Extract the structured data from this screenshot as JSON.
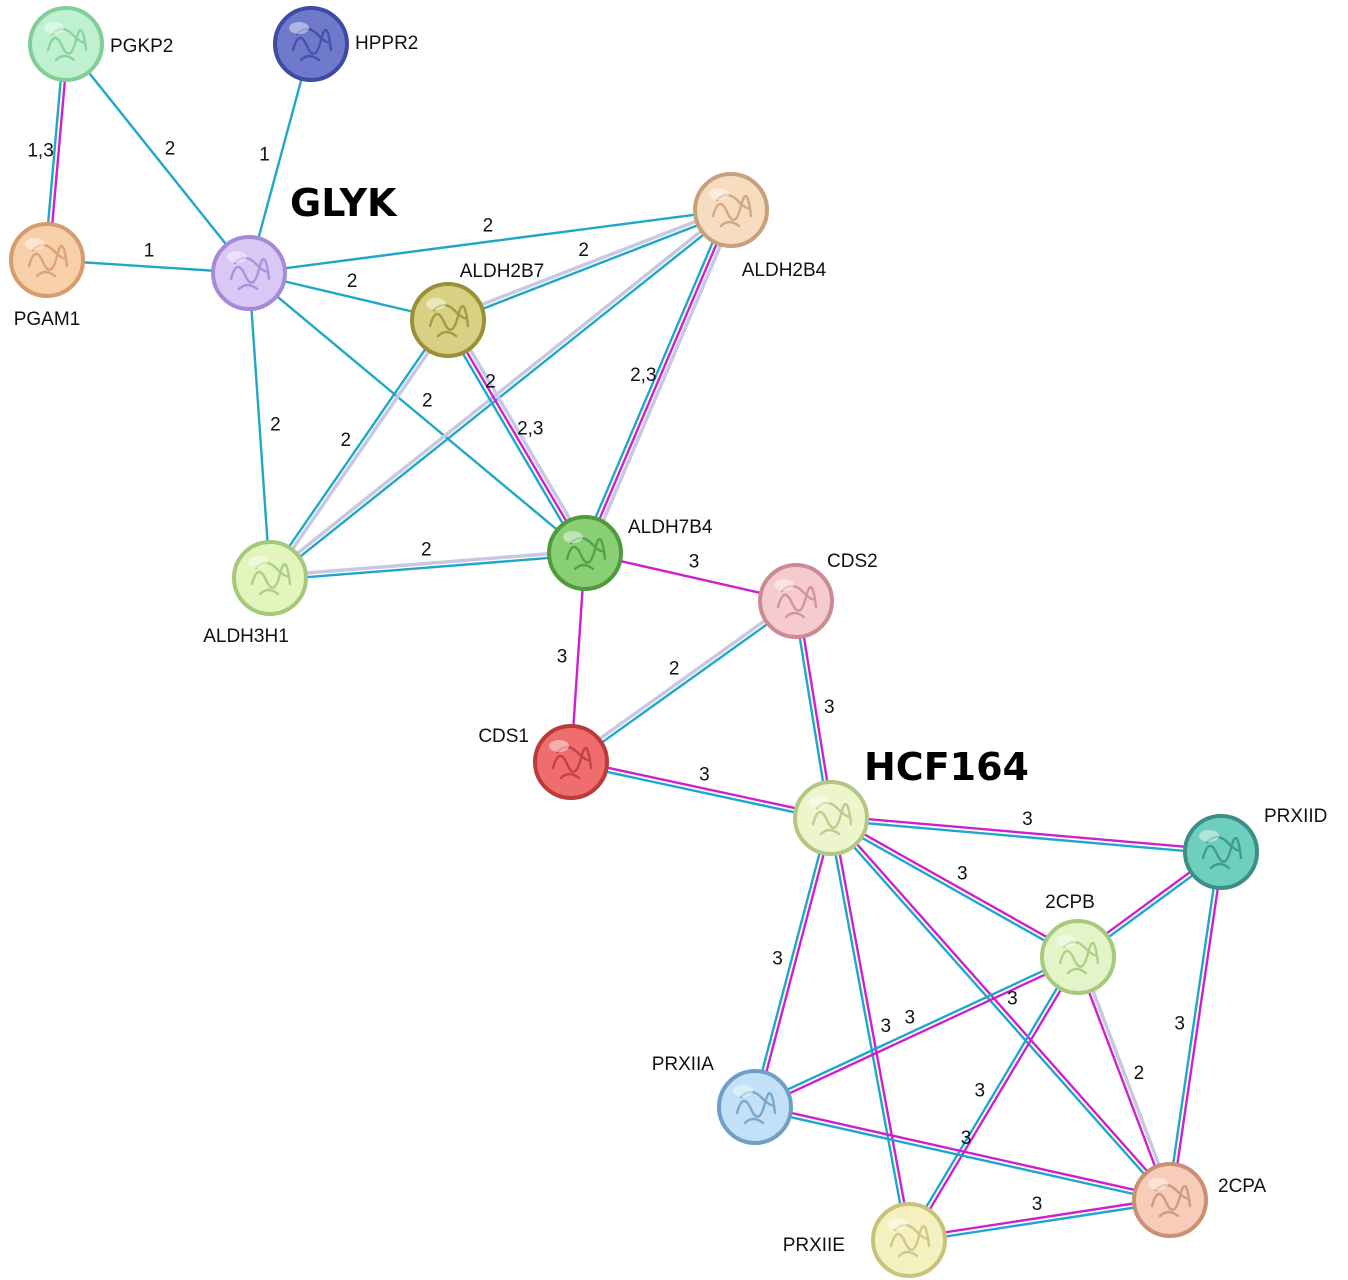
{
  "colors": {
    "blue": "#1fa7c9",
    "magenta": "#cf1fcf",
    "grey": "#c8c8e0"
  },
  "hubs": [
    {
      "id": "glyk",
      "text": "GLYK"
    },
    {
      "id": "hcf",
      "text": "HCF164"
    }
  ],
  "nodes": [
    {
      "id": "PGKP2",
      "label": "PGKP2",
      "fill": "#bff0cf",
      "stroke": "#7fcf97"
    },
    {
      "id": "HPPR2",
      "label": "HPPR2",
      "fill": "#6f79cc",
      "stroke": "#3f4aa3"
    },
    {
      "id": "PGAM1",
      "label": "PGAM1",
      "fill": "#f7cfa8",
      "stroke": "#d79c6d"
    },
    {
      "id": "GLYK",
      "label": "",
      "fill": "#d9c7f5",
      "stroke": "#a58ad9"
    },
    {
      "id": "ALDH2B7",
      "label": "ALDH2B7",
      "fill": "#d8d183",
      "stroke": "#9a9035"
    },
    {
      "id": "ALDH2B4",
      "label": "ALDH2B4",
      "fill": "#f7dcc0",
      "stroke": "#c7a17b"
    },
    {
      "id": "ALDH3H1",
      "label": "ALDH3H1",
      "fill": "#e2f5bc",
      "stroke": "#a3c97a"
    },
    {
      "id": "ALDH7B4",
      "label": "ALDH7B4",
      "fill": "#89cf74",
      "stroke": "#4e9a3d"
    },
    {
      "id": "CDS2",
      "label": "CDS2",
      "fill": "#f6cbcf",
      "stroke": "#cc8a93"
    },
    {
      "id": "CDS1",
      "label": "CDS1",
      "fill": "#ef6d6d",
      "stroke": "#b93b3b"
    },
    {
      "id": "HCF164",
      "label": "",
      "fill": "#eef5cc",
      "stroke": "#b3c784"
    },
    {
      "id": "PRXIID",
      "label": "PRXIID",
      "fill": "#6fcfbf",
      "stroke": "#3b8f86"
    },
    {
      "id": "2CPB",
      "label": "2CPB",
      "fill": "#e3f5c8",
      "stroke": "#a7c97e"
    },
    {
      "id": "PRXIIA",
      "label": "PRXIIA",
      "fill": "#c2e0f7",
      "stroke": "#6f9fc6"
    },
    {
      "id": "PRXIIE",
      "label": "PRXIIE",
      "fill": "#f5f0bf",
      "stroke": "#c9c27a"
    },
    {
      "id": "2CPA",
      "label": "2CPA",
      "fill": "#f7ccb8",
      "stroke": "#c99075"
    }
  ],
  "edges": [
    {
      "a": "PGKP2",
      "b": "PGAM1",
      "types": [
        "magenta",
        "blue"
      ],
      "label": "1,3"
    },
    {
      "a": "PGKP2",
      "b": "GLYK",
      "types": [
        "blue"
      ],
      "label": "2"
    },
    {
      "a": "HPPR2",
      "b": "GLYK",
      "types": [
        "blue"
      ],
      "label": "1"
    },
    {
      "a": "PGAM1",
      "b": "GLYK",
      "types": [
        "blue"
      ],
      "label": "1"
    },
    {
      "a": "GLYK",
      "b": "ALDH2B4",
      "types": [
        "blue"
      ],
      "label": "2"
    },
    {
      "a": "GLYK",
      "b": "ALDH2B7",
      "types": [
        "blue"
      ],
      "label": "2"
    },
    {
      "a": "GLYK",
      "b": "ALDH7B4",
      "types": [
        "blue"
      ],
      "label": "2"
    },
    {
      "a": "GLYK",
      "b": "ALDH3H1",
      "types": [
        "blue"
      ],
      "label": "2"
    },
    {
      "a": "ALDH2B7",
      "b": "ALDH2B4",
      "types": [
        "grey",
        "blue"
      ],
      "label": "2"
    },
    {
      "a": "ALDH3H1",
      "b": "ALDH2B4",
      "types": [
        "grey",
        "blue"
      ],
      "label": "2"
    },
    {
      "a": "ALDH2B4",
      "b": "ALDH7B4",
      "types": [
        "grey",
        "magenta",
        "blue"
      ],
      "label": "2,3"
    },
    {
      "a": "ALDH2B7",
      "b": "ALDH3H1",
      "types": [
        "grey",
        "blue"
      ],
      "label": "2"
    },
    {
      "a": "ALDH2B7",
      "b": "ALDH7B4",
      "types": [
        "grey",
        "magenta",
        "blue"
      ],
      "label": "2,3"
    },
    {
      "a": "ALDH3H1",
      "b": "ALDH7B4",
      "types": [
        "grey",
        "blue"
      ],
      "label": "2"
    },
    {
      "a": "ALDH7B4",
      "b": "CDS2",
      "types": [
        "magenta"
      ],
      "label": "3"
    },
    {
      "a": "ALDH7B4",
      "b": "CDS1",
      "types": [
        "magenta"
      ],
      "label": "3"
    },
    {
      "a": "CDS1",
      "b": "CDS2",
      "types": [
        "grey",
        "blue"
      ],
      "label": "2"
    },
    {
      "a": "CDS2",
      "b": "HCF164",
      "types": [
        "magenta",
        "blue"
      ],
      "label": "3"
    },
    {
      "a": "CDS1",
      "b": "HCF164",
      "types": [
        "magenta",
        "blue"
      ],
      "label": "3"
    },
    {
      "a": "HCF164",
      "b": "PRXIID",
      "types": [
        "magenta",
        "blue"
      ],
      "label": "3"
    },
    {
      "a": "HCF164",
      "b": "2CPB",
      "types": [
        "magenta",
        "blue"
      ],
      "label": "3"
    },
    {
      "a": "HCF164",
      "b": "2CPA",
      "types": [
        "magenta",
        "blue"
      ],
      "label": "3"
    },
    {
      "a": "HCF164",
      "b": "PRXIIA",
      "types": [
        "magenta",
        "blue"
      ],
      "label": "3"
    },
    {
      "a": "HCF164",
      "b": "PRXIIE",
      "types": [
        "magenta",
        "blue"
      ],
      "label": "3"
    },
    {
      "a": "2CPB",
      "b": "PRXIID",
      "types": [
        "magenta",
        "blue"
      ],
      "label": ""
    },
    {
      "a": "PRXIID",
      "b": "2CPA",
      "types": [
        "magenta",
        "blue"
      ],
      "label": "3"
    },
    {
      "a": "2CPB",
      "b": "PRXIIA",
      "types": [
        "magenta",
        "blue"
      ],
      "label": "3"
    },
    {
      "a": "2CPB",
      "b": "PRXIIE",
      "types": [
        "magenta",
        "blue"
      ],
      "label": "3"
    },
    {
      "a": "2CPB",
      "b": "2CPA",
      "types": [
        "grey",
        "magenta"
      ],
      "label": "2"
    },
    {
      "a": "PRXIIA",
      "b": "2CPA",
      "types": [
        "magenta",
        "blue"
      ],
      "label": "3"
    },
    {
      "a": "PRXIIE",
      "b": "2CPA",
      "types": [
        "magenta",
        "blue"
      ],
      "label": "3"
    }
  ]
}
